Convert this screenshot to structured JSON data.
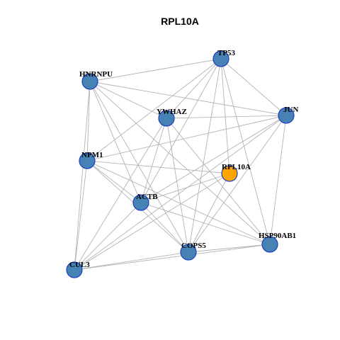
{
  "title": "RPL10A",
  "colors": {
    "default_node": "#4682b4",
    "highlight_node": "#ffa500",
    "node_border": "#1f3fbf",
    "edge": "#b3b3b3"
  },
  "nodes": [
    {
      "id": "TP53",
      "label": "TP53",
      "highlight": false
    },
    {
      "id": "HNRNPU",
      "label": "HNRNPU",
      "highlight": false
    },
    {
      "id": "YWHAZ",
      "label": "YWHAZ",
      "highlight": false
    },
    {
      "id": "JUN",
      "label": "JUN",
      "highlight": false
    },
    {
      "id": "NPM1",
      "label": "NPM1",
      "highlight": false
    },
    {
      "id": "RPL10A",
      "label": "RPL10A",
      "highlight": true
    },
    {
      "id": "ACTB",
      "label": "ACTB",
      "highlight": false
    },
    {
      "id": "HSP90AB1",
      "label": "HSP90AB1",
      "highlight": false
    },
    {
      "id": "COPS5",
      "label": "COPS5",
      "highlight": false
    },
    {
      "id": "CUL3",
      "label": "CUL3",
      "highlight": false
    }
  ],
  "edges": [
    [
      "HNRNPU",
      "TP53"
    ],
    [
      "HNRNPU",
      "JUN"
    ],
    [
      "HNRNPU",
      "YWHAZ"
    ],
    [
      "HNRNPU",
      "NPM1"
    ],
    [
      "HNRNPU",
      "ACTB"
    ],
    [
      "HNRNPU",
      "COPS5"
    ],
    [
      "HNRNPU",
      "HSP90AB1"
    ],
    [
      "HNRNPU",
      "CUL3"
    ],
    [
      "TP53",
      "YWHAZ"
    ],
    [
      "TP53",
      "JUN"
    ],
    [
      "TP53",
      "NPM1"
    ],
    [
      "TP53",
      "RPL10A"
    ],
    [
      "TP53",
      "ACTB"
    ],
    [
      "TP53",
      "COPS5"
    ],
    [
      "TP53",
      "HSP90AB1"
    ],
    [
      "YWHAZ",
      "JUN"
    ],
    [
      "YWHAZ",
      "ACTB"
    ],
    [
      "YWHAZ",
      "COPS5"
    ],
    [
      "YWHAZ",
      "HSP90AB1"
    ],
    [
      "YWHAZ",
      "CUL3"
    ],
    [
      "JUN",
      "NPM1"
    ],
    [
      "JUN",
      "ACTB"
    ],
    [
      "JUN",
      "COPS5"
    ],
    [
      "JUN",
      "HSP90AB1"
    ],
    [
      "JUN",
      "CUL3"
    ],
    [
      "NPM1",
      "RPL10A"
    ],
    [
      "NPM1",
      "ACTB"
    ],
    [
      "NPM1",
      "COPS5"
    ],
    [
      "NPM1",
      "HSP90AB1"
    ],
    [
      "NPM1",
      "CUL3"
    ],
    [
      "RPL10A",
      "ACTB"
    ],
    [
      "RPL10A",
      "COPS5"
    ],
    [
      "RPL10A",
      "CUL3"
    ],
    [
      "ACTB",
      "COPS5"
    ],
    [
      "ACTB",
      "HSP90AB1"
    ],
    [
      "ACTB",
      "CUL3"
    ],
    [
      "COPS5",
      "HSP90AB1"
    ],
    [
      "COPS5",
      "CUL3"
    ],
    [
      "HSP90AB1",
      "CUL3"
    ]
  ]
}
